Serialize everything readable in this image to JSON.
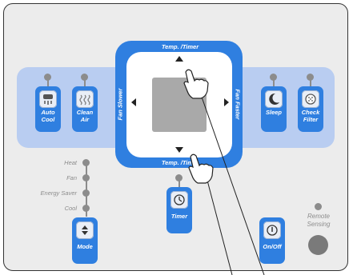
{
  "panel": {
    "top_label": "Temp. /Timer",
    "bottom_label": "Temp. /Timer",
    "left_label": "Fan Slower",
    "right_label": "Fan Faster"
  },
  "buttons": {
    "auto_cool": "Auto\nCool",
    "clean_air": "Clean\nAir",
    "sleep": "Sleep",
    "check_filter": "Check\nFilter",
    "timer": "Timer",
    "mode": "Mode",
    "onoff": "On/Off"
  },
  "mode_options": [
    "Heat",
    "Fan",
    "Energy Saver",
    "Cool"
  ],
  "remote_sensing": "Remote\nSensing",
  "icons": {
    "auto_cool": "fan-snow-icon",
    "clean_air": "air-waves-icon",
    "sleep": "moon-icon",
    "check_filter": "filter-icon",
    "timer": "clock-icon",
    "mode": "up-down-icon",
    "onoff": "power-icon"
  },
  "colors": {
    "accent": "#2f7fe0",
    "band": "#b9cdf1",
    "led": "#8c8c8c"
  }
}
